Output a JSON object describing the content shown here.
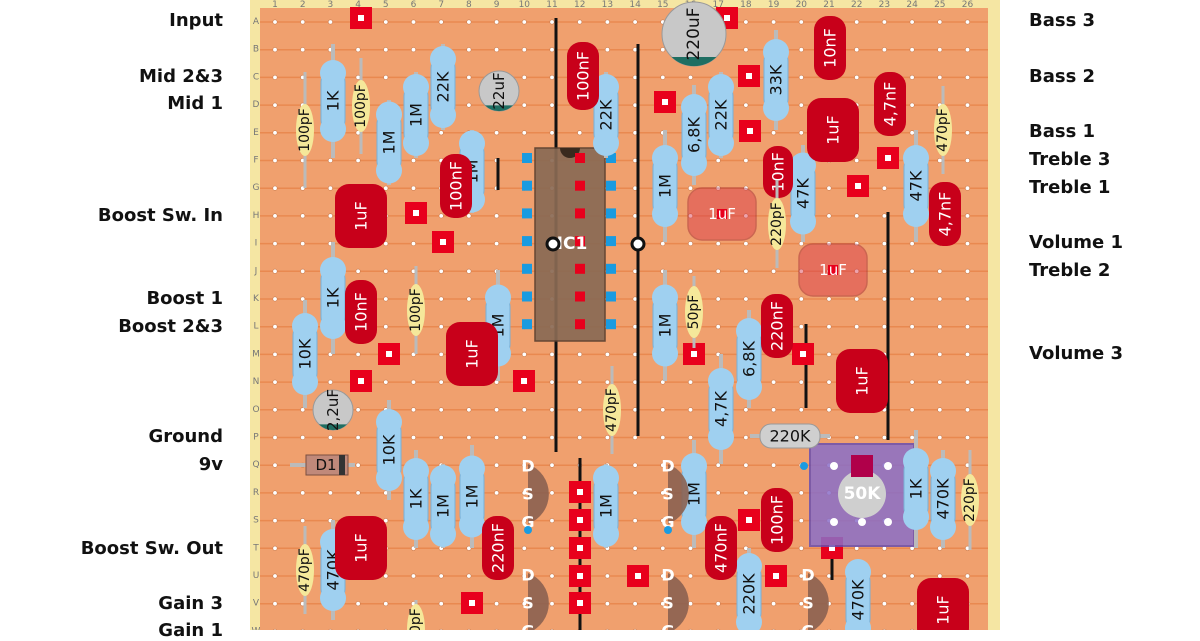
{
  "left_labels": [
    "Input",
    "Mid 2&3",
    "Mid 1",
    "Boost Sw. In",
    "Boost 1",
    "Boost 2&3",
    "Ground",
    "9v",
    "Boost Sw. Out",
    "Gain 3",
    "Gain 1"
  ],
  "right_labels": [
    "Bass 3",
    "Bass 2",
    "Bass 1",
    "Treble 3",
    "Treble 1",
    "Volume 1",
    "Treble 2",
    "Volume 3"
  ],
  "columns": [
    "1",
    "2",
    "3",
    "4",
    "5",
    "6",
    "7",
    "8",
    "9",
    "10",
    "11",
    "12",
    "13",
    "14",
    "15",
    "16",
    "17",
    "18",
    "19",
    "20",
    "21",
    "22",
    "23",
    "24",
    "25",
    "26"
  ],
  "rows": [
    "A",
    "B",
    "C",
    "D",
    "E",
    "F",
    "G",
    "H",
    "I",
    "J",
    "K",
    "L",
    "M",
    "N",
    "O",
    "P",
    "Q",
    "R",
    "S",
    "T",
    "U",
    "V",
    "W"
  ],
  "ic_label": "IC1",
  "pot_label": "50K",
  "diode_label": "D1",
  "fet_pins": [
    "D",
    "S",
    "G"
  ],
  "resistors": [
    "1K",
    "22K",
    "1M",
    "1M",
    "1M",
    "22K",
    "6,8K",
    "22K",
    "33K",
    "1M",
    "47K",
    "47K",
    "1K",
    "10K",
    "1M",
    "1M",
    "6,8K",
    "4,7K",
    "10K",
    "1K",
    "1M",
    "1M",
    "1M",
    "1M",
    "470K",
    "1K",
    "470K",
    "220K",
    "470K",
    "220K"
  ],
  "film_caps": [
    "100nF",
    "100nF",
    "10nF",
    "4,7nF",
    "1uF",
    "10nF",
    "1uF",
    "4,7nF",
    "1uF",
    "10nF",
    "1uF",
    "220nF",
    "1uF",
    "1uF",
    "220nF",
    "470nF",
    "100nF",
    "1uF",
    "1uF"
  ],
  "ceramic_caps": [
    "100pF",
    "100pF",
    "220pF",
    "100pF",
    "50pF",
    "470pF",
    "470pF",
    "470pF",
    "220pF",
    "470pF"
  ],
  "electrolytics": [
    "220uF",
    "22uF",
    "2,2uF"
  ],
  "tantalums": [
    "1uF",
    "1uF"
  ],
  "colors": {
    "board": "#f0a06e",
    "strip_line": "#e98950",
    "border": "#f5e6a3",
    "cut": "#e8001c",
    "film_cap": "#c8001a",
    "resistor": "#9fd0f0",
    "ceramic": "#f5e89a",
    "wire": "#111111"
  }
}
